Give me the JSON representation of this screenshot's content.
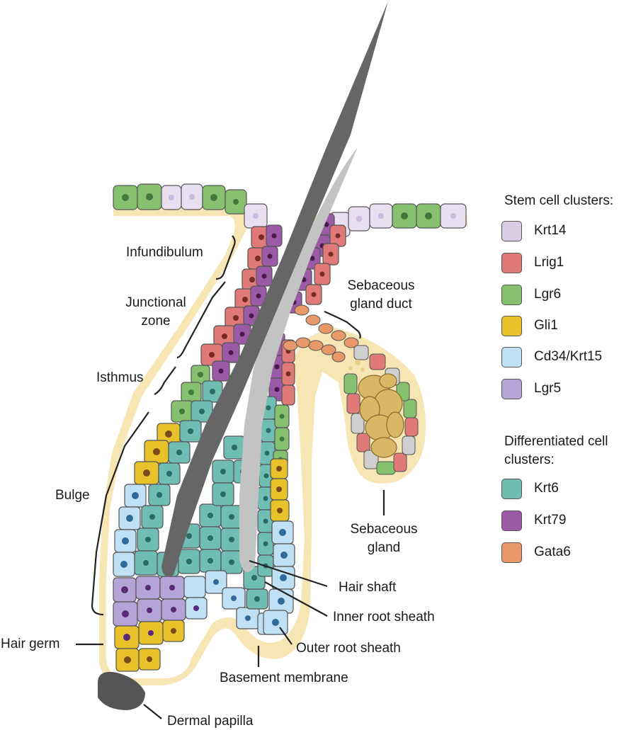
{
  "labels": {
    "infundibulum": "Infundibulum",
    "junctional_1": "Junctional",
    "junctional_2": "zone",
    "isthmus": "Isthmus",
    "bulge": "Bulge",
    "hair_germ": "Hair germ",
    "dermal_papilla": "Dermal papilla",
    "sebaceous_duct_1": "Sebaceous",
    "sebaceous_duct_2": "gland duct",
    "sebaceous_gland_1": "Sebaceous",
    "sebaceous_gland_2": "gland",
    "hair_shaft": "Hair shaft",
    "inner_root_sheath": "Inner root sheath",
    "outer_root_sheath": "Outer root sheath",
    "basement_membrane": "Basement membrane"
  },
  "legend": {
    "stem_title": "Stem cell clusters:",
    "stem_items": [
      {
        "label": "Krt14",
        "color": "#d9cde6"
      },
      {
        "label": "Lrig1",
        "color": "#e07a78"
      },
      {
        "label": "Lgr6",
        "color": "#86c170"
      },
      {
        "label": "Gli1",
        "color": "#e8c22a"
      },
      {
        "label": "Cd34/Krt15",
        "color": "#bfe0f5"
      },
      {
        "label": "Lgr5",
        "color": "#b4a5d6"
      }
    ],
    "diff_title_1": "Differentiated cell",
    "diff_title_2": "clusters:",
    "diff_items": [
      {
        "label": "Krt6",
        "color": "#6fbdb3"
      },
      {
        "label": "Krt79",
        "color": "#9a5aa6"
      },
      {
        "label": "Gata6",
        "color": "#e9986a"
      }
    ]
  }
}
